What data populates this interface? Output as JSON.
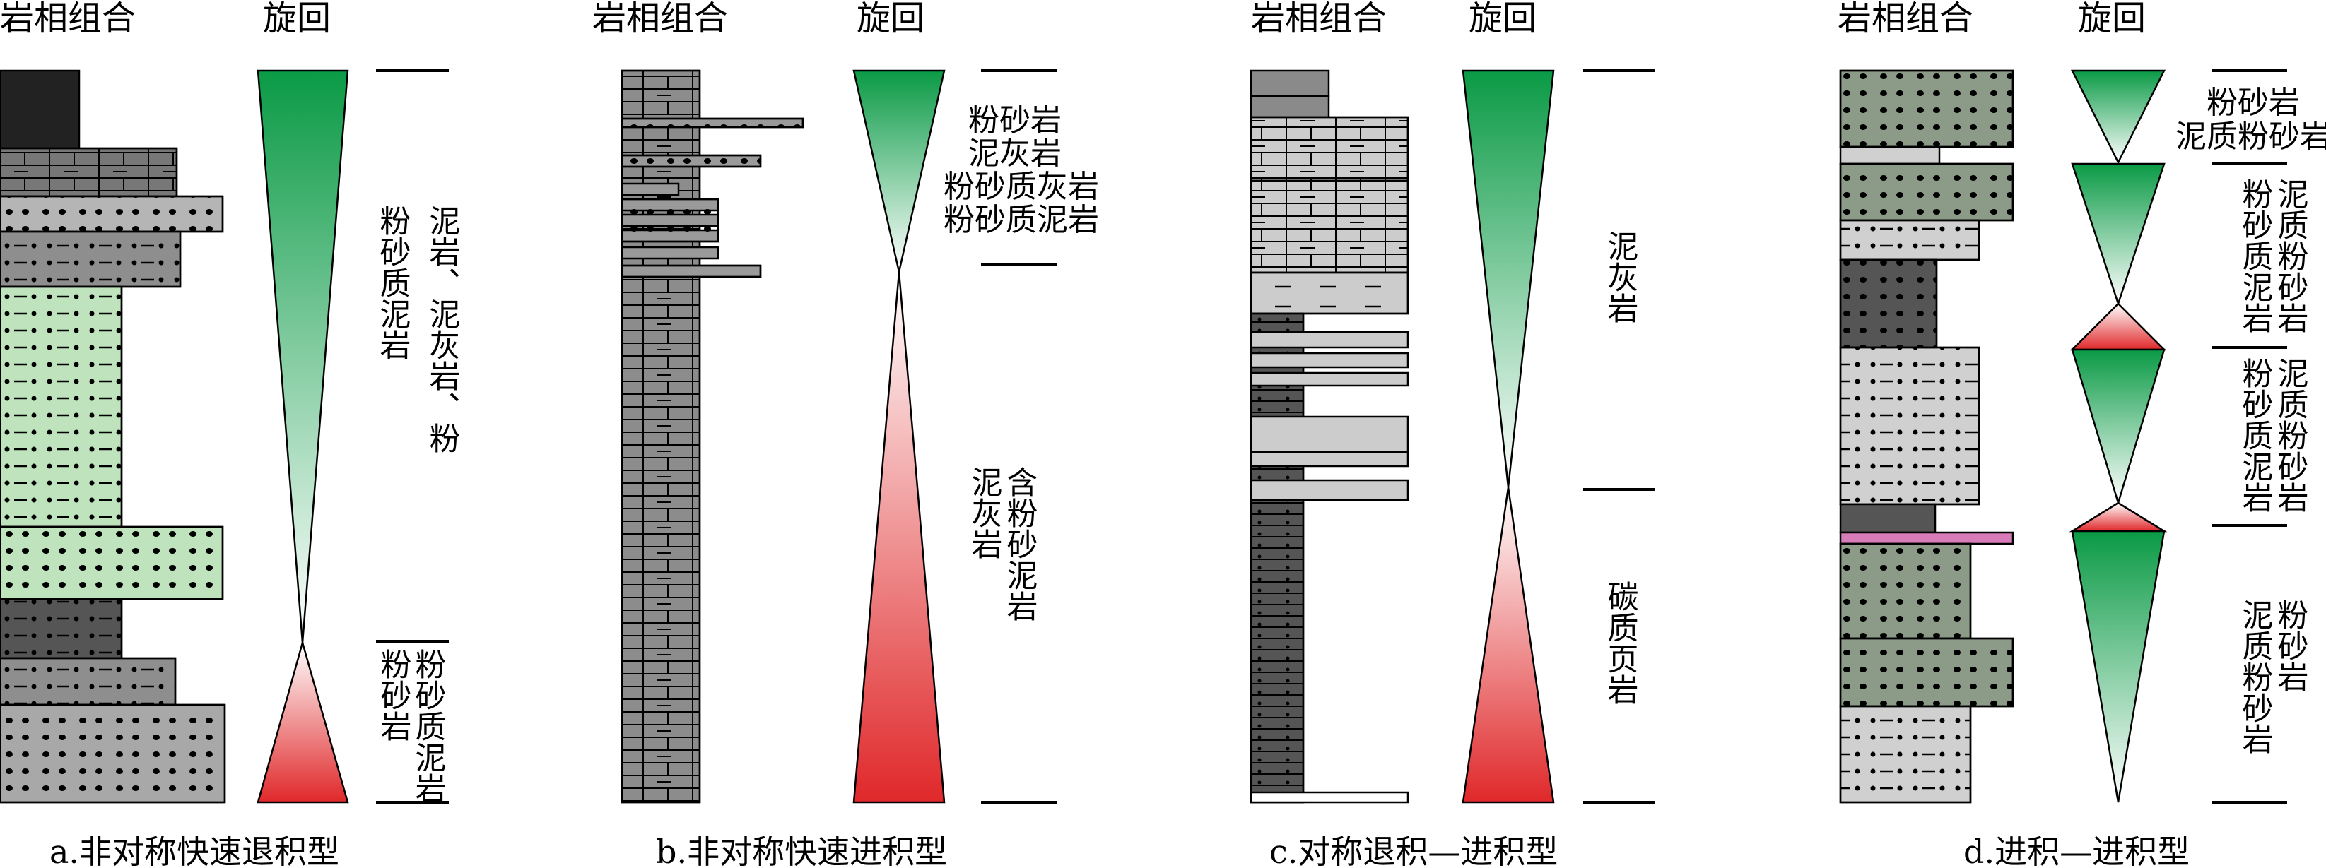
{
  "header_facies": "岩相组合",
  "header_cycle": "旋回",
  "colors": {
    "green": "#0a9a45",
    "red": "#e0282a",
    "pale_green": "#bfe4bd",
    "dark_green_grey": "#8c9a88",
    "light_grey": "#cfcfcf",
    "mid_grey": "#9a9a9a",
    "dark_grey": "#555555",
    "pink": "#d77cb8"
  },
  "panels": [
    {
      "caption": "a.非对称快速退积型",
      "upper_label": [
        "泥岩、泥灰岩、粉",
        "粉砂质泥岩"
      ],
      "lower_label": [
        "粉砂质泥岩",
        "粉砂岩"
      ]
    },
    {
      "caption": "b.非对称快速进积型",
      "upper_label": [
        "粉砂岩",
        "泥灰岩",
        "粉砂质灰岩",
        "粉砂质泥岩"
      ],
      "lower_label": [
        "含粉砂泥岩",
        "泥灰岩"
      ]
    },
    {
      "caption": "c.对称退积—进积型",
      "upper_label": [
        "泥灰岩"
      ],
      "lower_label": [
        "碳质页岩"
      ]
    },
    {
      "caption": "d.进积—进积型",
      "label_1": [
        "粉砂岩",
        "泥质粉砂岩"
      ],
      "label_2": [
        "泥质粉砂岩",
        "粉砂质泥岩"
      ],
      "label_3": [
        "泥质粉砂岩",
        "粉砂质泥岩"
      ],
      "label_4": [
        "粉砂岩",
        "泥质粉砂岩"
      ]
    }
  ]
}
